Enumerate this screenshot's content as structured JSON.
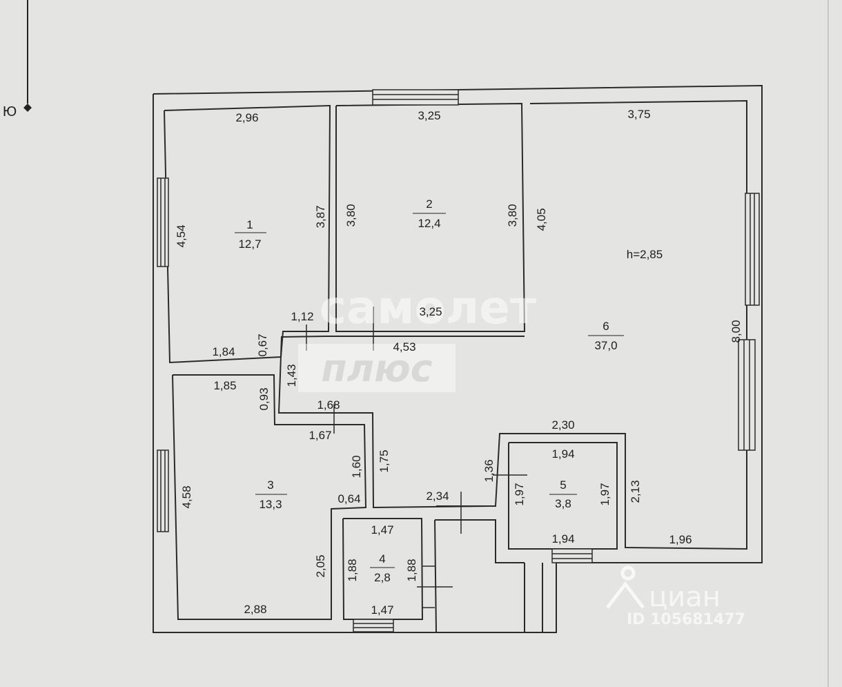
{
  "compass": {
    "label": "Ю"
  },
  "rooms": [
    {
      "number": "1",
      "area": "12,7"
    },
    {
      "number": "2",
      "area": "12,4"
    },
    {
      "number": "3",
      "area": "13,3"
    },
    {
      "number": "4",
      "area": "2,8"
    },
    {
      "number": "5",
      "area": "3,8"
    },
    {
      "number": "6",
      "area": "37,0"
    }
  ],
  "ceiling_height": "h=2,85",
  "dimensions": {
    "r1_top": "2,96",
    "r1_left": "4,54",
    "r1_right": "3,87",
    "r1_bottom": "1,84",
    "r1_step": "0,67",
    "r1_corner": "1,12",
    "r2_top": "3,25",
    "r2_left": "3,80",
    "r2_right": "3,80",
    "r2_bottom": "3,25",
    "r6_top": "3,75",
    "r6_left": "4,05",
    "r6_right": "8,00",
    "r6_bottom": "1,96",
    "r6_mid": "4,53",
    "r6_wc_top": "2,30",
    "r6_wc_side": "2,13",
    "hall_a": "1,43",
    "hall_b": "1,68",
    "hall_c": "1,75",
    "hall_d": "2,34",
    "hall_e": "1,36",
    "r3_top": "1,85",
    "r3_step": "0,93",
    "r3_left": "4,58",
    "r3_inner_top": "1,67",
    "r3_inner_side": "1,60",
    "r3_notch": "0,64",
    "r3_right": "2,05",
    "r3_bottom": "2,88",
    "r4_top": "1,47",
    "r4_left": "1,88",
    "r4_right": "1,88",
    "r4_bottom": "1,47",
    "r5_top": "1,94",
    "r5_left": "1,97",
    "r5_right": "1,97",
    "r5_bottom": "1,94"
  },
  "watermark": {
    "line1": "самолет",
    "line2": "плюс"
  },
  "cian": {
    "logo": "циан",
    "id": "ID 105681477"
  }
}
